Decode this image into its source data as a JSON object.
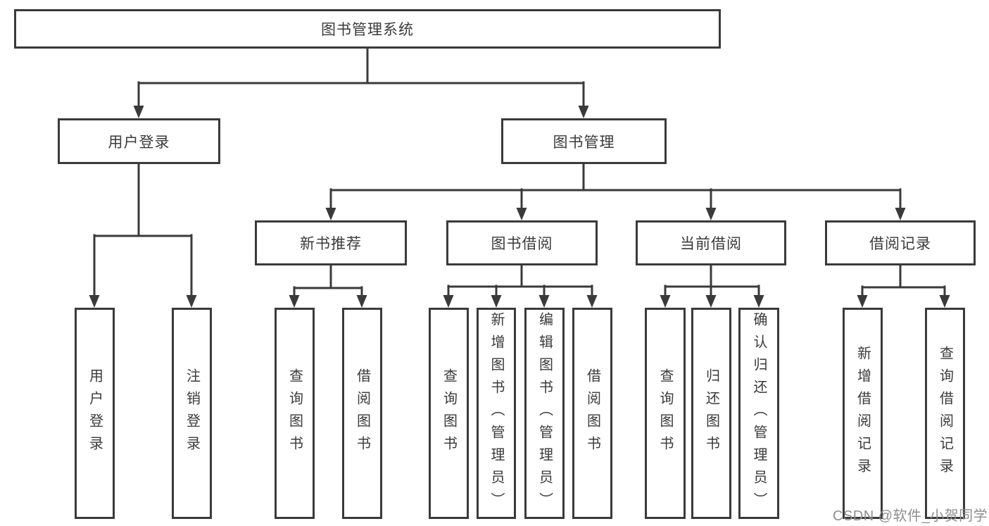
{
  "tree": {
    "root": "图书管理系统",
    "branches": [
      {
        "label": "用户登录",
        "children": [
          "用户登录",
          "注销登录"
        ]
      },
      {
        "label": "图书管理",
        "children": [
          {
            "label": "新书推荐",
            "children": [
              "查询图书",
              "借阅图书"
            ]
          },
          {
            "label": "图书借阅",
            "children": [
              "查询图书",
              "新增图书（管理员）",
              "编辑图书（管理员）",
              "借阅图书"
            ]
          },
          {
            "label": "当前借阅",
            "children": [
              "查询图书",
              "归还图书",
              "确认归还（管理员）"
            ]
          },
          {
            "label": "借阅记录",
            "children": [
              "新增借阅记录",
              "查询借阅记录"
            ]
          }
        ]
      }
    ]
  },
  "watermark": {
    "text": "CSDN @软件_小贺同学"
  },
  "colors": {
    "line": "#3a3a3a",
    "box_border": "#3a3a3a",
    "text": "#3a3a3a",
    "watermark": "#8f8f8f",
    "background": "#ffffff"
  }
}
